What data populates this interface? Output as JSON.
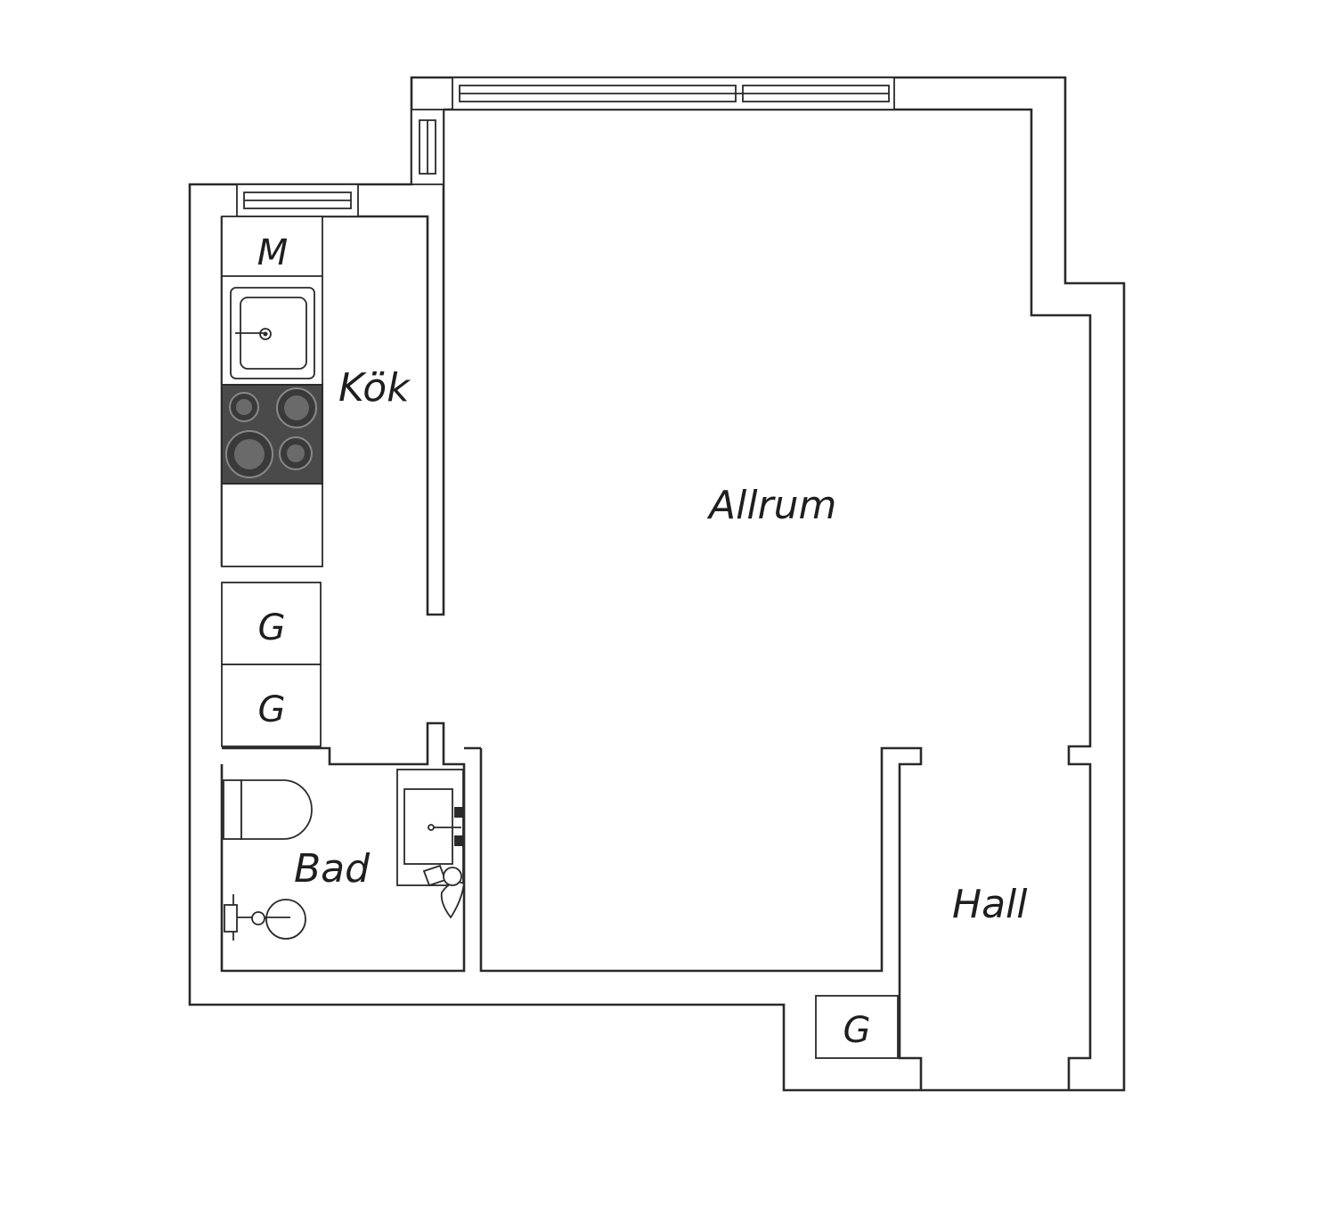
{
  "rooms": {
    "kitchen": "Kök",
    "living": "Allrum",
    "bath": "Bad",
    "hall": "Hall"
  },
  "markers": {
    "microwave": "M",
    "closet_1": "G",
    "closet_2": "G",
    "closet_hall": "G"
  },
  "colors": {
    "wall": "#2a2a2a",
    "stove_top": "#4a4a4a",
    "background": "#ffffff"
  }
}
